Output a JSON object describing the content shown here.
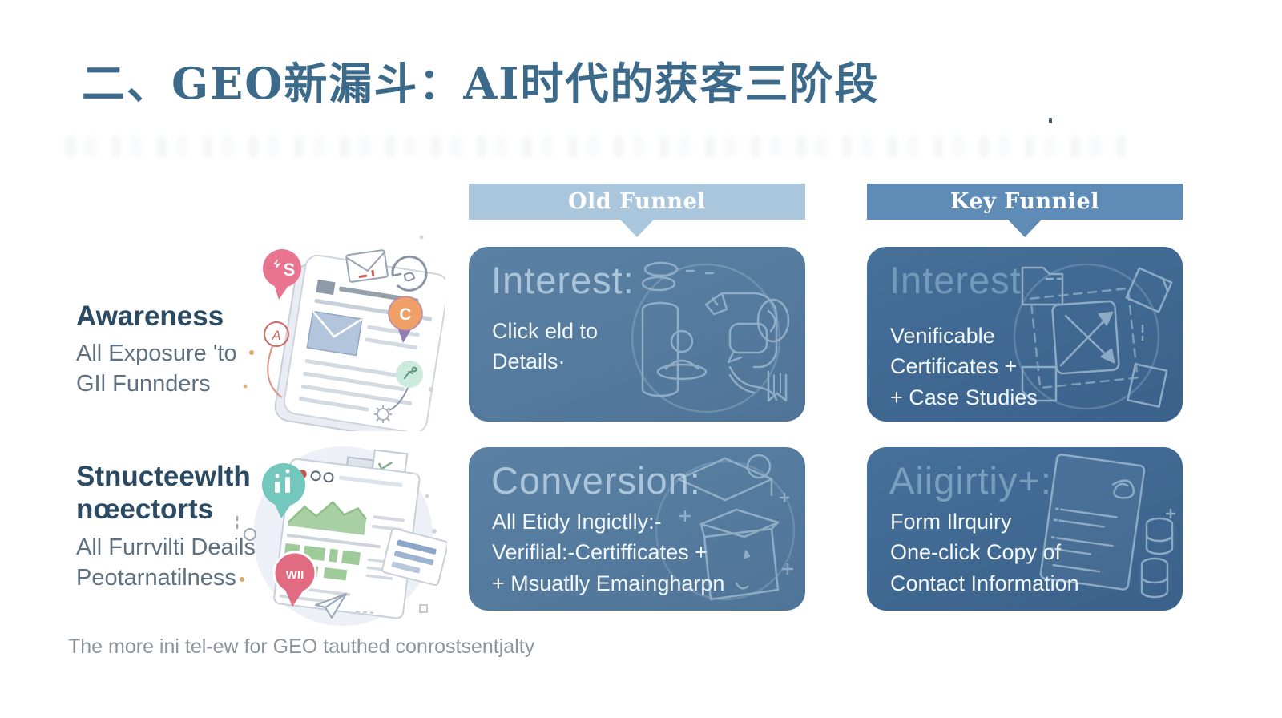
{
  "page": {
    "title": "二、GEO新漏斗：AI时代的获客三阶段",
    "caption": "The more ini tel-ew for GEO tauthed conrostsentjalty"
  },
  "colors": {
    "title_text": "#3c6a8b",
    "old_header_bg": "#a9c6dd",
    "key_header_bg": "#5e8cb6",
    "old_box_bg": "#53799c",
    "key_box_bg": "#3f678f",
    "stage_heading_text": "#2b4a63",
    "stage_body_text": "#5f7080",
    "box_body_text": "#f4f8fb",
    "caption_text": "#8b959d",
    "line_art": "#c2d8e8"
  },
  "headers": {
    "old": {
      "label": "Old Funnel"
    },
    "key": {
      "label": "Key Funniel"
    }
  },
  "row1": {
    "stage_heading": "Awareness",
    "stage_line1": "All Exposure 'to",
    "stage_line2": "GIl Funnders",
    "old_title": "Interest:",
    "old_line1": "Click eld to",
    "old_line2": "Details·",
    "key_title": "Interest",
    "key_line1": "Venificable",
    "key_line2": "Certificates +",
    "key_line3": "+ Case Studies"
  },
  "row2": {
    "stage_heading_line1": "Stnucteewlth",
    "stage_heading_line2": "nœectorts",
    "stage_line1": "All Furrvilti Deails:",
    "stage_line2": "Peotarnatilness",
    "old_title": "Conversion:",
    "old_line1": "All Etidy Ingictlly:-",
    "old_line2": "Veriflial:-Certifficates +",
    "old_line3": "+ Msuatlly Emaingharpn",
    "key_title": "Aiigirtiy+:",
    "key_line1": "Form Ilrquiry",
    "key_line2": "One-click Copy of",
    "key_line3": "Contact Information"
  },
  "illustrations": {
    "awareness": {
      "name": "document-with-notification-bubbles",
      "bubble_s": "S",
      "bubble_a": "A",
      "bubble_c": "C"
    },
    "structured": {
      "name": "analytics-browser-with-bubbles",
      "bubble_wii": "WII"
    },
    "box_icons": {
      "old_row1": "customer-listening-flow-icon",
      "key_row1": "documents-exchange-arrows-icon",
      "old_row2": "open-box-graduation-icon",
      "key_row2": "document-database-icon"
    }
  }
}
